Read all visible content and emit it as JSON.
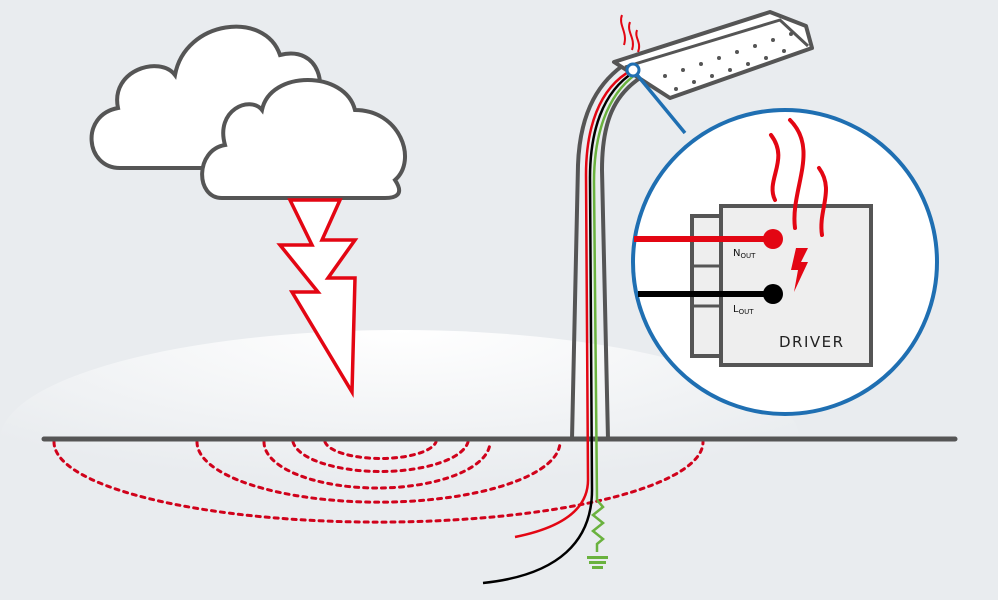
{
  "driver": {
    "label": "DRIVER",
    "n_out_main": "N",
    "n_out_sub": "OUT",
    "l_out_main": "L",
    "l_out_sub": "OUT"
  },
  "colors": {
    "neutral_wire": "#e30613",
    "live_wire": "#000000",
    "earth_wire": "#6ab23e",
    "callout": "#1f6fb2",
    "outline": "#555555",
    "surge": "#d0021b"
  }
}
